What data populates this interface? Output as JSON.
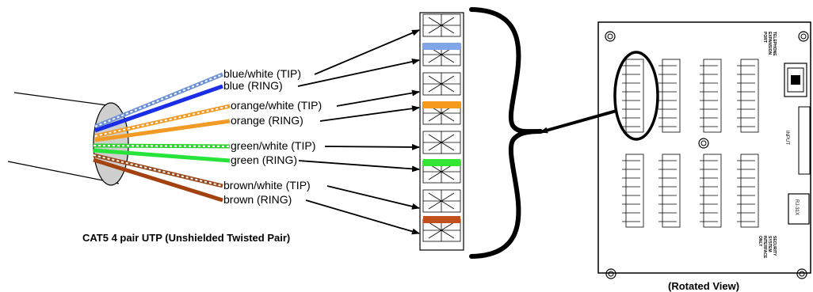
{
  "wires": [
    {
      "label": "blue/white (TIP)",
      "color": "#6a8fd6",
      "striped": true
    },
    {
      "label": "blue (RING)",
      "color": "#1a2ee8",
      "striped": false
    },
    {
      "label": "orange/white (TIP)",
      "color": "#f29a24",
      "striped": true
    },
    {
      "label": "orange (RING)",
      "color": "#f29a24",
      "striped": false
    },
    {
      "label": "green/white (TIP)",
      "color": "#2bd62b",
      "striped": true
    },
    {
      "label": "green (RING)",
      "color": "#27e43a",
      "striped": false
    },
    {
      "label": "brown/white (TIP)",
      "color": "#9a4a1d",
      "striped": true
    },
    {
      "label": "brown (RING)",
      "color": "#a3420f",
      "striped": false
    }
  ],
  "bands": [
    {
      "name": "blue",
      "color": "#7ea6e8"
    },
    {
      "name": "orange",
      "color": "#f59a1c"
    },
    {
      "name": "green",
      "color": "#33e633"
    },
    {
      "name": "brown",
      "color": "#c2501c"
    }
  ],
  "captions": {
    "cable": "CAT5 4 pair UTP (Unshielded Twisted Pair)",
    "board": "(Rotated View)"
  },
  "board_labels": {
    "telephone": [
      "TELEPHONE",
      "EXPANSION",
      "PORT"
    ],
    "input": "INPUT",
    "rj31x": "RJ-31X",
    "security": [
      "SECURITY",
      "SYSTEM",
      "INTERFACE",
      "ONLY"
    ]
  }
}
